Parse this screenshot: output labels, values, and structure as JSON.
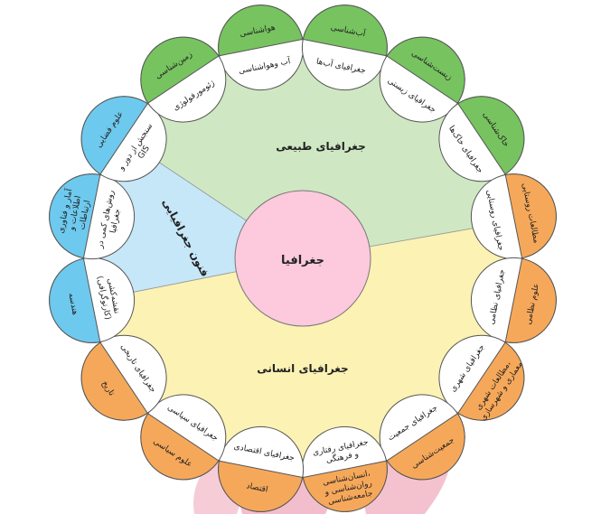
{
  "center": {
    "label": "جغرافیا"
  },
  "sectors": [
    {
      "id": "physical",
      "label": "جغرافیای طبیعی",
      "color": "#cfe8c3"
    },
    {
      "id": "techniques",
      "label": "فنون جغرافیایی",
      "color": "#c6e7f8"
    },
    {
      "id": "human",
      "label": "جغرافیای انسانی",
      "color": "#fbf2b4"
    }
  ],
  "colors": {
    "physical_ring": "#77c360",
    "techniques_ring": "#6ec9ee",
    "human_ring": "#f6a85a",
    "center_fill": "#fcc9dd",
    "decor_pink": "#f2b7c6",
    "outline": "#555555"
  },
  "nodes": [
    {
      "group": "physical",
      "outer": "هواشناسی",
      "inner": "آب‌ وهواشناسی"
    },
    {
      "group": "physical",
      "outer": "آب‌شناسی",
      "inner": "جغرافیای آب‌ها"
    },
    {
      "group": "physical",
      "outer": "زیست‌شناسی",
      "inner": "جغرافیای زیستی"
    },
    {
      "group": "physical",
      "outer": "خاک‌شناسی",
      "inner": "جغرافیای خاک‌ها"
    },
    {
      "group": "human",
      "outer": "مطالعات روستایی",
      "inner": "جغرافیای روستایی"
    },
    {
      "group": "human",
      "outer": "علوم نظامی",
      "inner": "جغرافیای نظامی"
    },
    {
      "group": "human",
      "outer": "مطالعات شهری، معماری و شهرسازی",
      "inner": "جغرافیای شهری"
    },
    {
      "group": "human",
      "outer": "جمعیت‌شناسی",
      "inner": "جغرافیای جمعیت"
    },
    {
      "group": "human",
      "outer": "انسان‌شناسی، روان‌شناسی و جامعه‌شناسی",
      "inner": "جغرافیای رفتاری و فرهنگی"
    },
    {
      "group": "human",
      "outer": "اقتصاد",
      "inner": "جغرافیای اقتصادی"
    },
    {
      "group": "human",
      "outer": "علوم سیاسی",
      "inner": "جغرافیای سیاسی"
    },
    {
      "group": "human",
      "outer": "تاریخ",
      "inner": "جغرافیای تاریخی"
    },
    {
      "group": "techniques",
      "outer": "هندسه",
      "inner": "نقشه‌کشی (کارتوگرافی)"
    },
    {
      "group": "techniques",
      "outer": "آمار و فناوری اطلاعات و ارتباطات",
      "inner": "روش‌های کمی در جغرافیا"
    },
    {
      "group": "techniques",
      "outer": "علوم فضایی",
      "inner": "سنجش از دور و GIS"
    },
    {
      "group": "physical",
      "outer": "زمین‌شناسی",
      "inner": "ژئومورفولوژی"
    }
  ]
}
